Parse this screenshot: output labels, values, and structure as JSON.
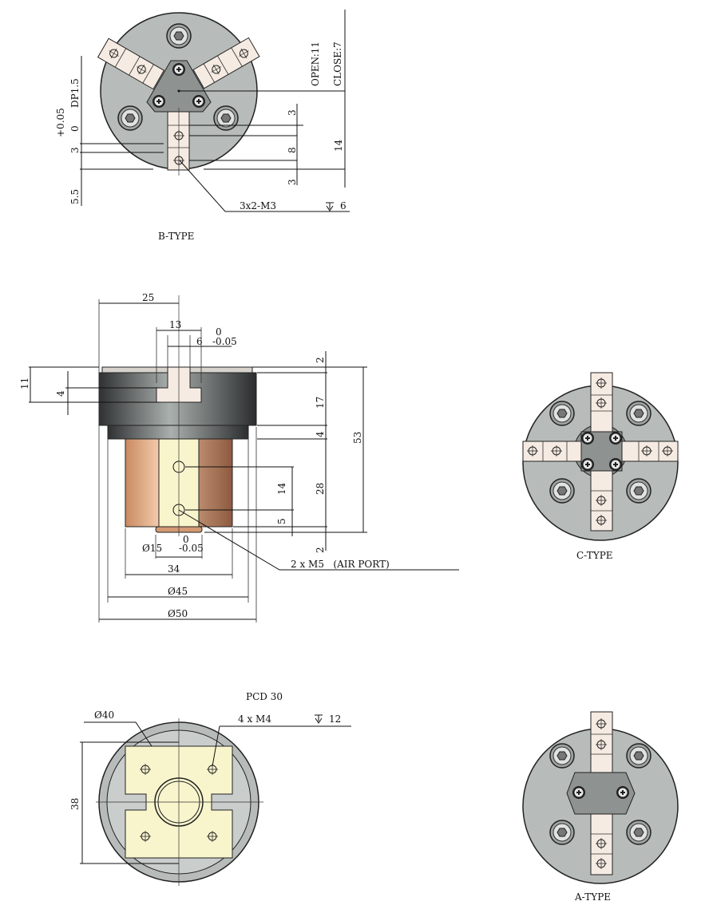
{
  "colors": {
    "body_gray": "#b7bcba",
    "hub_gray": "#8e9392",
    "jaw": "#f6ebe2",
    "copper": "#d49a74",
    "yellow": "#f8f4cc",
    "dark": "#3c3e3f"
  },
  "b_type": {
    "title": "B-TYPE",
    "open": "OPEN:11",
    "close": "CLOSE:7",
    "tol_plus": "+0.05",
    "tol_zero": "0",
    "dp": "DP1.5",
    "dim_3a": "3",
    "dim_8": "8",
    "dim_3b": "3",
    "dim_14": "14",
    "dim_3_left": "3",
    "dim_5_5": "5.5",
    "thread": "3x2-M3",
    "depth": "6"
  },
  "side_view": {
    "dim_25": "25",
    "dim_13": "13",
    "dim_6": "6",
    "tol_6_zero": "0",
    "tol_6_minus": "-0.05",
    "dim_11": "11",
    "dim_4_left": "4",
    "dim_2_top": "2",
    "dim_17": "17",
    "dim_4_right": "4",
    "dim_53": "53",
    "dim_14": "14",
    "dim_28": "28",
    "dim_5": "5",
    "dim_2_bottom": "2",
    "dia_15": "Ø15",
    "tol_15_zero": "0",
    "tol_15_minus": "-0.05",
    "dim_34": "34",
    "dia_45": "Ø45",
    "dia_50": "Ø50",
    "air_port": "2 x M5   (AIR PORT)"
  },
  "c_type": {
    "title": "C-TYPE"
  },
  "bottom_view": {
    "pcd": "PCD 30",
    "dia_40": "Ø40",
    "thread": "4 x M4",
    "depth": "12",
    "dim_38": "38"
  },
  "a_type": {
    "title": "A-TYPE"
  }
}
